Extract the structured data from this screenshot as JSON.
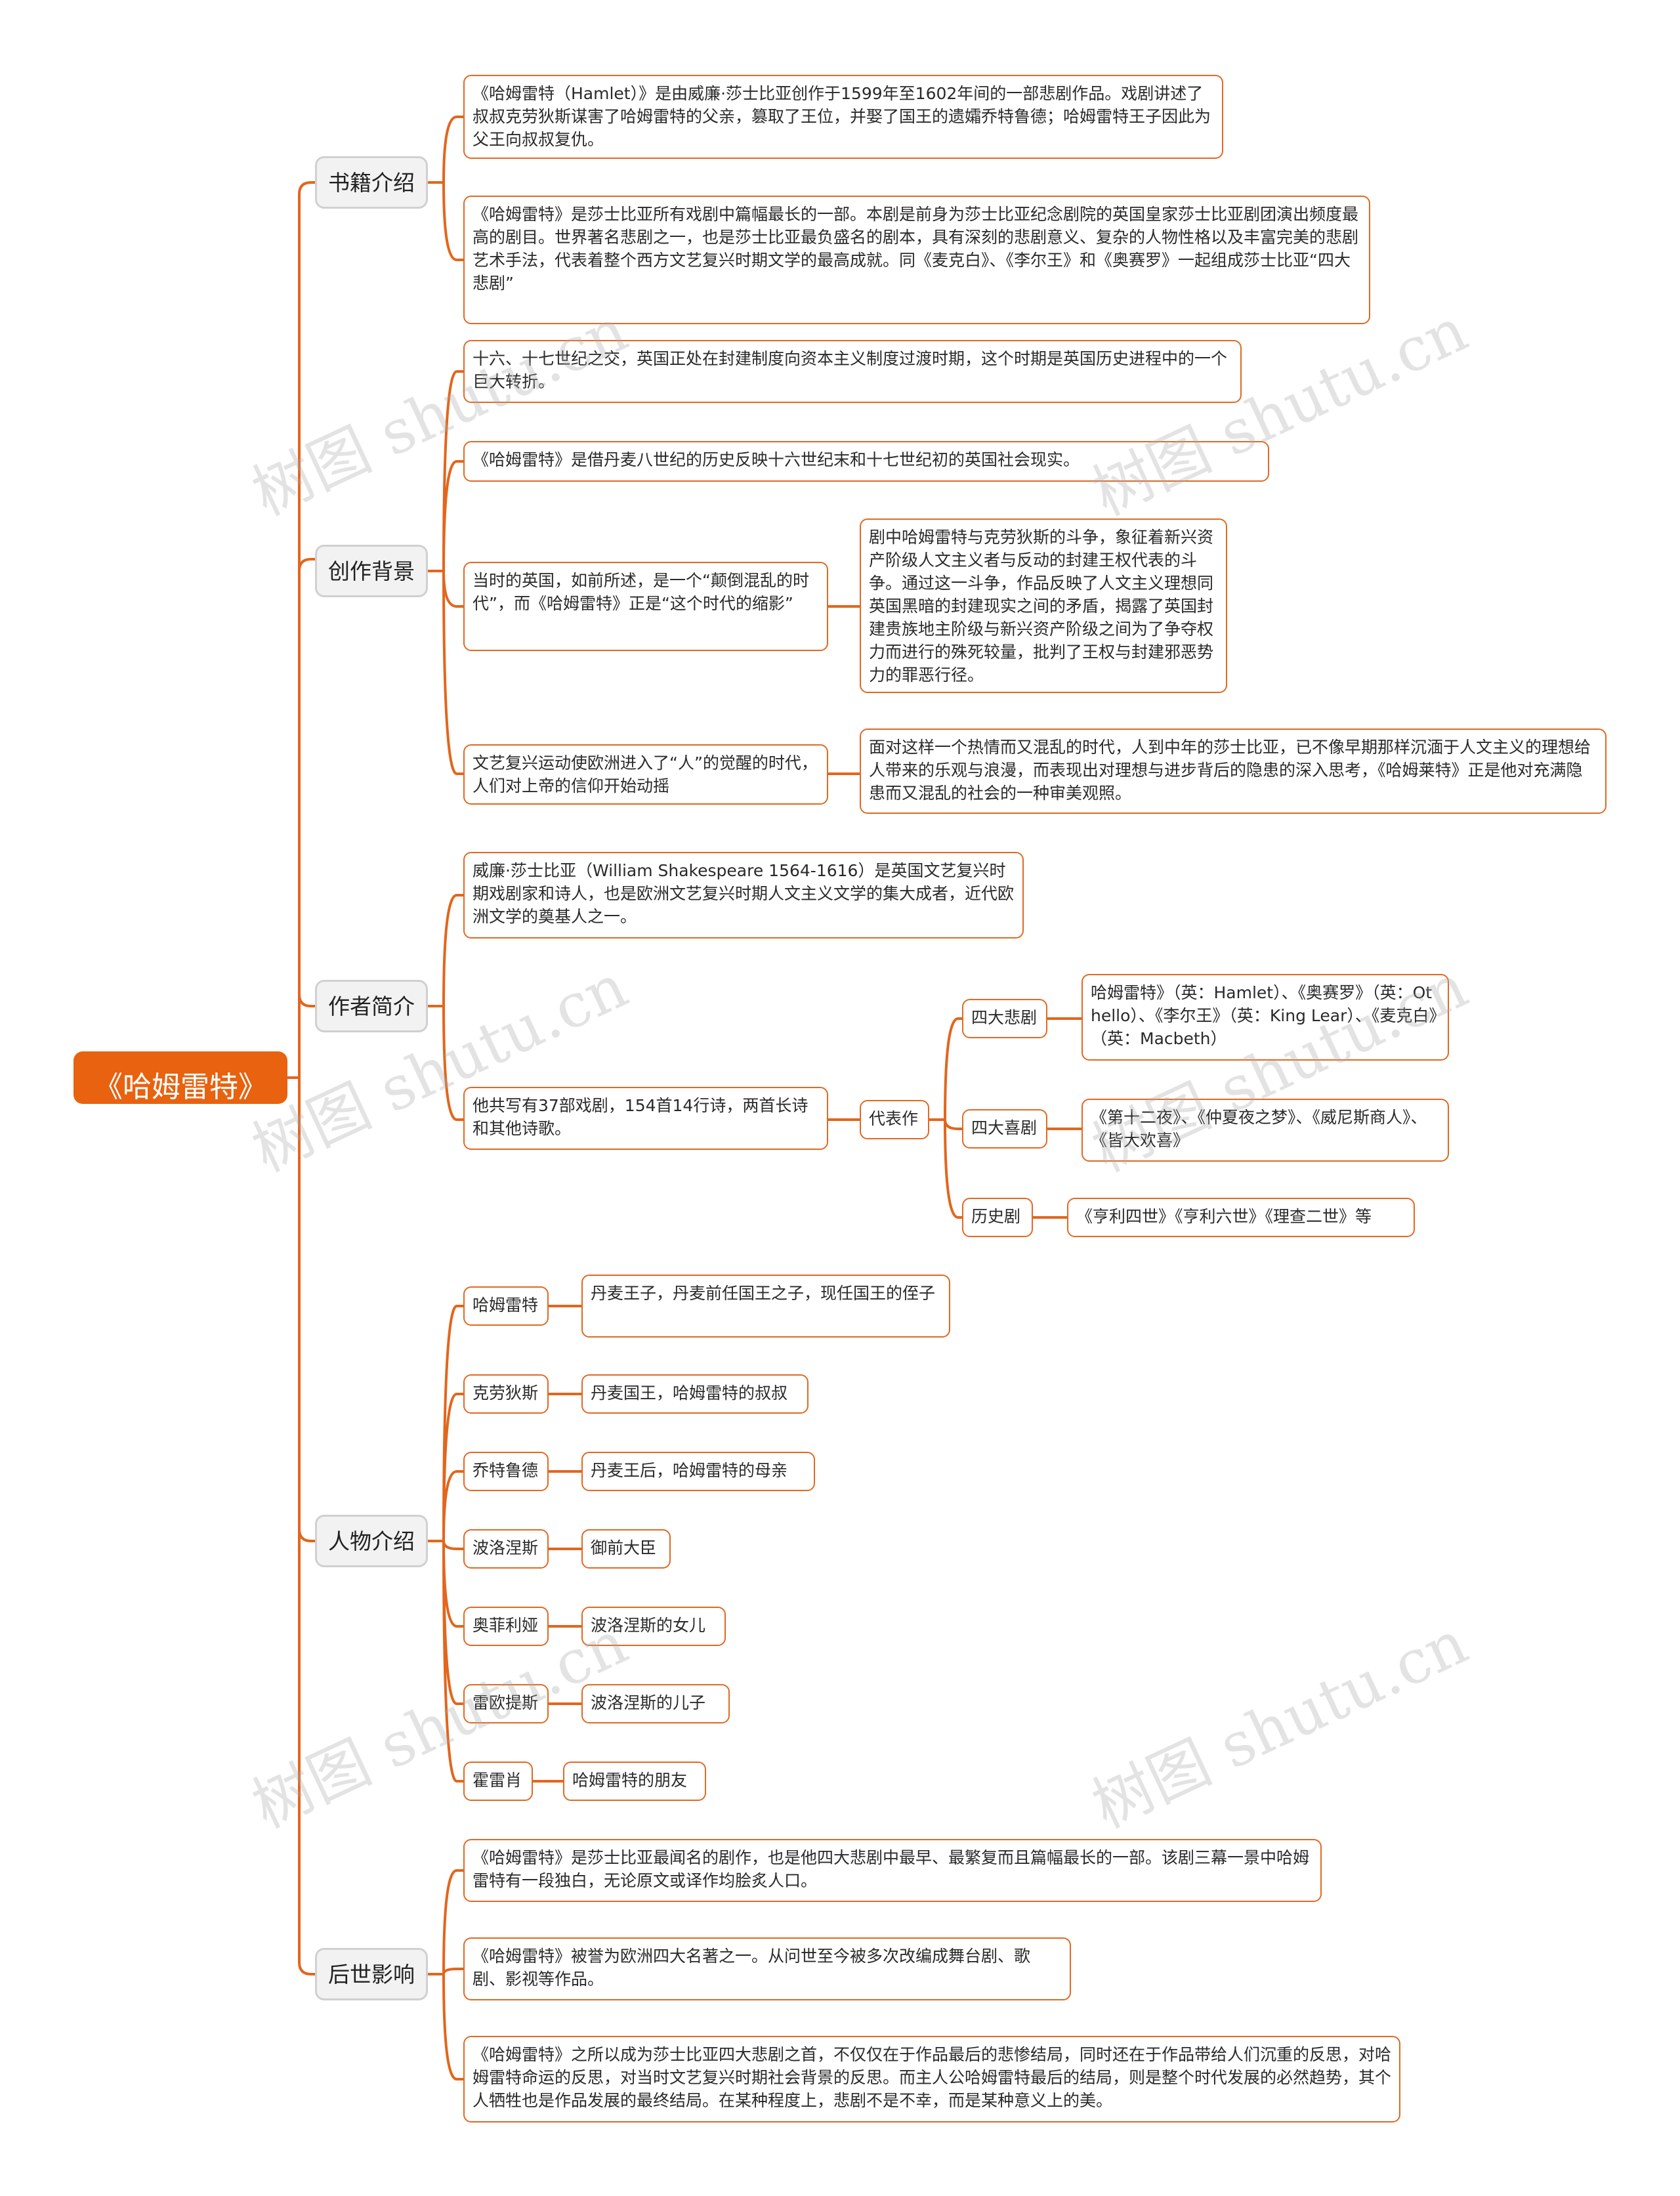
{
  "root": "《哈姆雷特》",
  "watermark": "树图 shutu.cn",
  "colors": {
    "accent": "#e8620f",
    "line": "#e2661d",
    "node_border": "#df6a24",
    "branch_bg": "#f2f2f2"
  },
  "sections": {
    "intro": {
      "label": "书籍介绍",
      "items": [
        "《哈姆雷特（Hamlet）》是由威廉·莎士比亚创作于1599年至1602年间的一部悲剧作品。戏剧讲述了叔叔克劳狄斯谋害了哈姆雷特的父亲，篡取了王位，并娶了国王的遗孀乔特鲁德；哈姆雷特王子因此为父王向叔叔复仇。",
        "《哈姆雷特》是莎士比亚所有戏剧中篇幅最长的一部。本剧是前身为莎士比亚纪念剧院的英国皇家莎士比亚剧团演出频度最高的剧目。世界著名悲剧之一，也是莎士比亚最负盛名的剧本，具有深刻的悲剧意义、复杂的人物性格以及丰富完美的悲剧艺术手法，代表着整个西方文艺复兴时期文学的最高成就。同《麦克白》、《李尔王》和《奥赛罗》一起组成莎士比亚“四大悲剧”"
      ]
    },
    "background": {
      "label": "创作背景",
      "items": [
        "十六、十七世纪之交，英国正处在封建制度向资本主义制度过渡时期，这个时期是英国历史进程中的一个巨大转折。",
        "《哈姆雷特》是借丹麦八世纪的历史反映十六世纪末和十七世纪初的英国社会现实。",
        "当时的英国，如前所述，是一个“颠倒混乱的时代”，而《哈姆雷特》正是“这个时代的缩影”",
        "文艺复兴运动使欧洲进入了“人”的觉醒的时代，人们对上帝的信仰开始动摇"
      ],
      "details": [
        "剧中哈姆雷特与克劳狄斯的斗争，象征着新兴资产阶级人文主义者与反动的封建王权代表的斗争。通过这一斗争，作品反映了人文主义理想同英国黑暗的封建现实之间的矛盾，揭露了英国封建贵族地主阶级与新兴资产阶级之间为了争夺权力而进行的殊死较量，批判了王权与封建邪恶势力的罪恶行径。",
        "面对这样一个热情而又混乱的时代，人到中年的莎士比亚，已不像早期那样沉湎于人文主义的理想给人带来的乐观与浪漫，而表现出对理想与进步背后的隐患的深入思考，《哈姆莱特》正是他对充满隐患而又混乱的社会的一种审美观照。"
      ]
    },
    "author": {
      "label": "作者简介",
      "bio": "威廉·莎士比亚（William Shakespeare 1564-1616）是英国文艺复兴时期戏剧家和诗人，也是欧洲文艺复兴时期人文主义文学的集大成者，近代欧洲文学的奠基人之一。",
      "works": "他共写有37部戏剧，154首14行诗，两首长诗和其他诗歌。",
      "rep_label": "代表作",
      "categories": [
        {
          "name": "四大悲剧",
          "content": "哈姆雷特》（英：Hamlet）、《奥赛罗》（英：Othello）、《李尔王》（英：King Lear）、《麦克白》（英：Macbeth）"
        },
        {
          "name": "四大喜剧",
          "content": "《第十二夜》、《仲夏夜之梦》、《威尼斯商人》、《皆大欢喜》"
        },
        {
          "name": "历史剧",
          "content": "《亨利四世》《亨利六世》《理查二世》等"
        }
      ]
    },
    "characters": {
      "label": "人物介绍",
      "list": [
        {
          "name": "哈姆雷特",
          "desc": "丹麦王子，丹麦前任国王之子，现任国王的侄子"
        },
        {
          "name": "克劳狄斯",
          "desc": "丹麦国王，哈姆雷特的叔叔"
        },
        {
          "name": "乔特鲁德",
          "desc": "丹麦王后，哈姆雷特的母亲"
        },
        {
          "name": "波洛涅斯",
          "desc": "御前大臣"
        },
        {
          "name": "奥菲利娅",
          "desc": "波洛涅斯的女儿"
        },
        {
          "name": "雷欧提斯",
          "desc": "波洛涅斯的儿子"
        },
        {
          "name": "霍雷肖",
          "desc": "哈姆雷特的朋友"
        }
      ]
    },
    "influence": {
      "label": "后世影响",
      "items": [
        "《哈姆雷特》是莎士比亚最闻名的剧作，也是他四大悲剧中最早、最繁复而且篇幅最长的一部。该剧三幕一景中哈姆雷特有一段独白，无论原文或译作均脍炙人口。",
        "《哈姆雷特》被誉为欧洲四大名著之一。从问世至今被多次改编成舞台剧、歌剧、影视等作品。",
        "《哈姆雷特》之所以成为莎士比亚四大悲剧之首，不仅仅在于作品最后的悲惨结局，同时还在于作品带给人们沉重的反思，对哈姆雷特命运的反思，对当时文艺复兴时期社会背景的反思。而主人公哈姆雷特最后的结局，则是整个时代发展的必然趋势，其个人牺牲也是作品发展的最终结局。在某种程度上，悲剧不是不幸，而是某种意义上的美。"
      ]
    }
  }
}
